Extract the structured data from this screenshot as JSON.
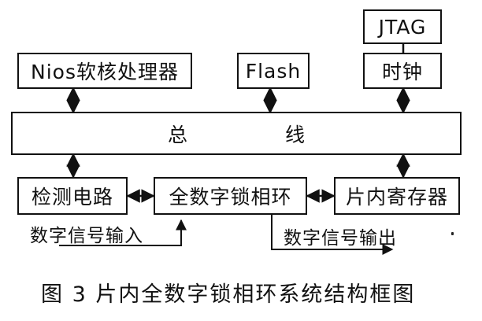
{
  "blocks": {
    "nios": "Nios软核处理器",
    "flash": "Flash",
    "jtag": "JTAG",
    "clock": "时钟",
    "bus": "总 线",
    "detect": "检测电路",
    "adpll": "全数字锁相环",
    "registers": "片内寄存器"
  },
  "signals": {
    "input": "数字信号输入",
    "output": "数字信号输出"
  },
  "caption": "图 3  片内全数字锁相环系统结构框图",
  "colors": {
    "line": "#111111",
    "background": "#ffffff"
  }
}
